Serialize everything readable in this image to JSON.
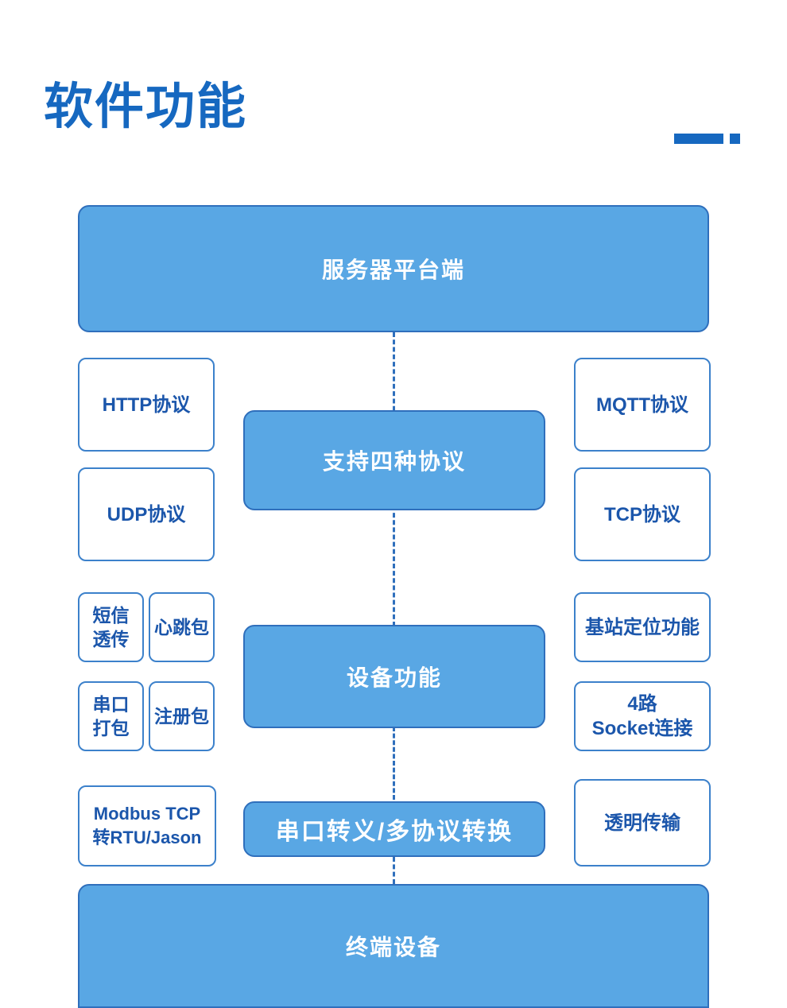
{
  "header": {
    "title": "软件功能",
    "accent_bar": "decorative-bar",
    "accent_dot": "decorative-dot",
    "accent_color": "#1668c0"
  },
  "theme": {
    "fill_blue": "#59a7e4",
    "border_blue": "#2f6fbc",
    "outline_border": "#3c81cb",
    "outline_text": "#1b56ab",
    "filled_text": "#ffffff",
    "background": "#ffffff"
  },
  "diagram": {
    "type": "flow-diagram",
    "top_band": {
      "label": "服务器平台端",
      "style": "filled"
    },
    "bottom_band": {
      "label": "终端设备",
      "style": "filled"
    },
    "center_nodes": [
      {
        "label": "支持四种协议",
        "style": "filled"
      },
      {
        "label": "设备功能",
        "style": "filled"
      },
      {
        "label": "串口转义/多协议转换",
        "style": "filled"
      }
    ],
    "left_nodes": [
      {
        "label": "HTTP协议",
        "style": "outline"
      },
      {
        "label": "UDP协议",
        "style": "outline"
      },
      {
        "label_line1": "短信",
        "label_line2": "透传",
        "style": "outline"
      },
      {
        "label": "心跳包",
        "style": "outline"
      },
      {
        "label_line1": "串口",
        "label_line2": "打包",
        "style": "outline"
      },
      {
        "label": "注册包",
        "style": "outline"
      },
      {
        "label_line1": "Modbus TCP",
        "label_line2": "转RTU/Jason",
        "style": "outline"
      }
    ],
    "right_nodes": [
      {
        "label": "MQTT协议",
        "style": "outline"
      },
      {
        "label": "TCP协议",
        "style": "outline"
      },
      {
        "label": "基站定位功能",
        "style": "outline"
      },
      {
        "label_line1": "4路",
        "label_line2": "Socket连接",
        "style": "outline"
      },
      {
        "label": "透明传输",
        "style": "outline"
      }
    ],
    "connector": {
      "name": "dashed-vertical-spine",
      "style": "dashed",
      "color": "#2f6fbc"
    }
  }
}
